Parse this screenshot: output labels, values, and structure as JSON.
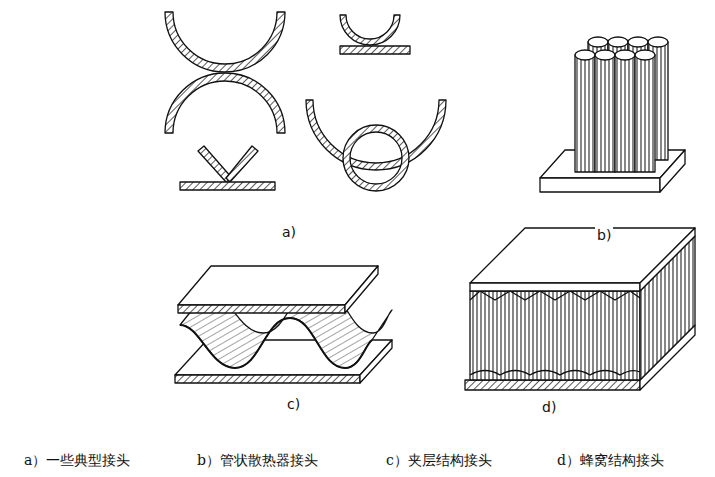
{
  "diagram": {
    "labels": [
      "a)",
      "b)",
      "c)",
      "d)",
      "a）一些典型接头",
      "b）管状散热器接头",
      "c）夹层结构接头",
      "d）蜂窝结构接头"
    ]
  }
}
